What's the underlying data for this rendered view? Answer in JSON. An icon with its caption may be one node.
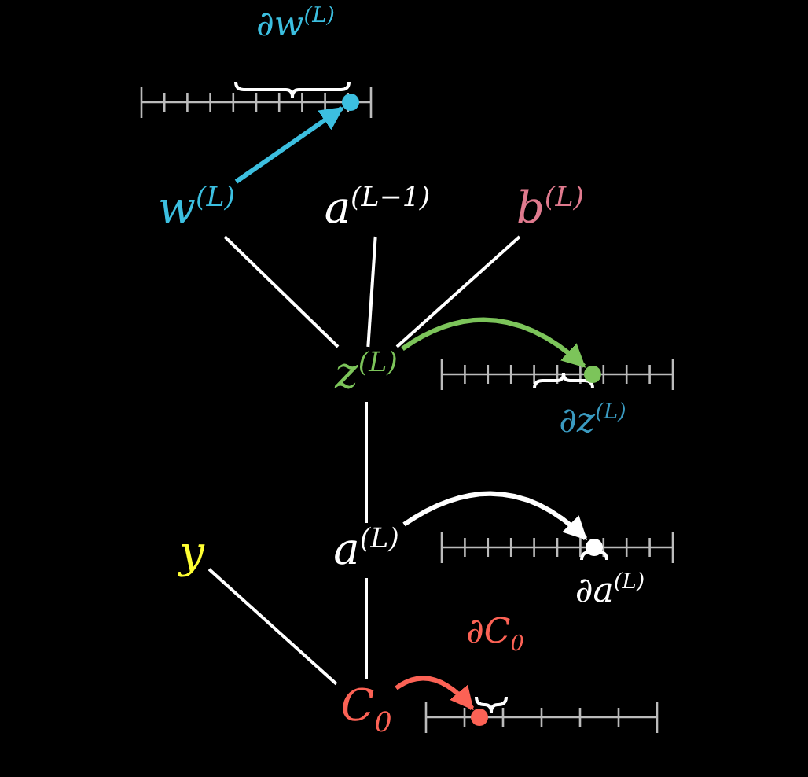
{
  "diagram": {
    "nodes": [
      {
        "text": [
          "w$^{(L)}$"
        ]
      },
      {
        "text": [
          "a$^{(L−1)}$"
        ]
      },
      {
        "text": [
          "b$^{(L)}$"
        ]
      },
      {
        "text": [
          "z$^{(L)}$"
        ]
      },
      {
        "text": [
          "a$^{(L)}$"
        ]
      },
      {
        "text": [
          "y"
        ]
      },
      {
        "text": [
          "C$_{0}$"
        ]
      },
      {
        "text": [],
        "shape": "circle"
      },
      {
        "text": [],
        "shape": "circle"
      },
      {
        "text": [],
        "shape": "circle"
      },
      {
        "text": [],
        "shape": "circle"
      }
    ],
    "edges": [
      {
        "from": 0,
        "to": 3,
        "arrow": "none"
      },
      {
        "from": 1,
        "to": 3,
        "arrow": "none"
      },
      {
        "from": 2,
        "to": 3,
        "arrow": "none"
      },
      {
        "from": 3,
        "to": 4,
        "arrow": "none"
      },
      {
        "from": 4,
        "to": 6,
        "arrow": "none"
      },
      {
        "from": 5,
        "to": 6,
        "arrow": "none"
      },
      {
        "from": 0,
        "to": 7,
        "arrow": "to",
        "color": "#3cbfe0"
      },
      {
        "from": 3,
        "to": 8,
        "arrow": "to",
        "color": "#7cc45a"
      },
      {
        "from": 4,
        "to": 9,
        "arrow": "to"
      },
      {
        "from": 6,
        "to": 10,
        "arrow": "to",
        "color": "#fc6255"
      }
    ],
    "labels": [
      "∂w$^{(L)}$",
      "∂z$^{(L)}$",
      "∂a$^{(L)}$",
      "∂C$_{0}$"
    ]
  }
}
